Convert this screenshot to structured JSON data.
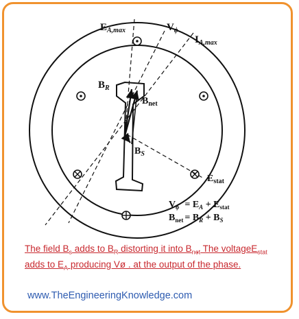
{
  "diagram": {
    "labels": {
      "ea_max": {
        "main": "E",
        "sub": "A,max"
      },
      "v_phi": {
        "main": "V",
        "sub": "ϕ"
      },
      "ia_max": {
        "main": "I",
        "sub": "A,max"
      },
      "b_r": {
        "main": "B",
        "sub": "R"
      },
      "b_net": {
        "main": "B",
        "sub": "net"
      },
      "b_s": {
        "main": "B",
        "sub": "S"
      },
      "e_stat": {
        "main": "E",
        "sub": "stat"
      }
    },
    "equations": {
      "eq1": {
        "lhs": "V",
        "lhs_sub": "ϕ",
        "rhs": "= E",
        "rhs_sub1": "A",
        "mid": " + E",
        "rhs_sub2": "stat"
      },
      "eq2": {
        "lhs": "B",
        "lhs_sub": "net",
        "rhs": "= B",
        "rhs_sub1": "R",
        "mid": " + B",
        "rhs_sub2": "S"
      }
    },
    "conductor_symbols": {
      "dot": "⊙",
      "cross": "⊕"
    }
  },
  "caption": {
    "t1": "The field B",
    "s1": "s",
    "t2": " adds to B",
    "s2": "R",
    "t3": " distorting it into B",
    "s3": "net",
    "t4": " The voltageE",
    "s4": "stat",
    "t5": " adds to E",
    "s5": "A",
    "t6": "  producing Vø . at the output of the phase."
  },
  "website": "www.TheEngineeringKnowledge.com",
  "colors": {
    "border": "#f0922e",
    "caption": "#c8282e",
    "website": "#2d5bb0"
  }
}
